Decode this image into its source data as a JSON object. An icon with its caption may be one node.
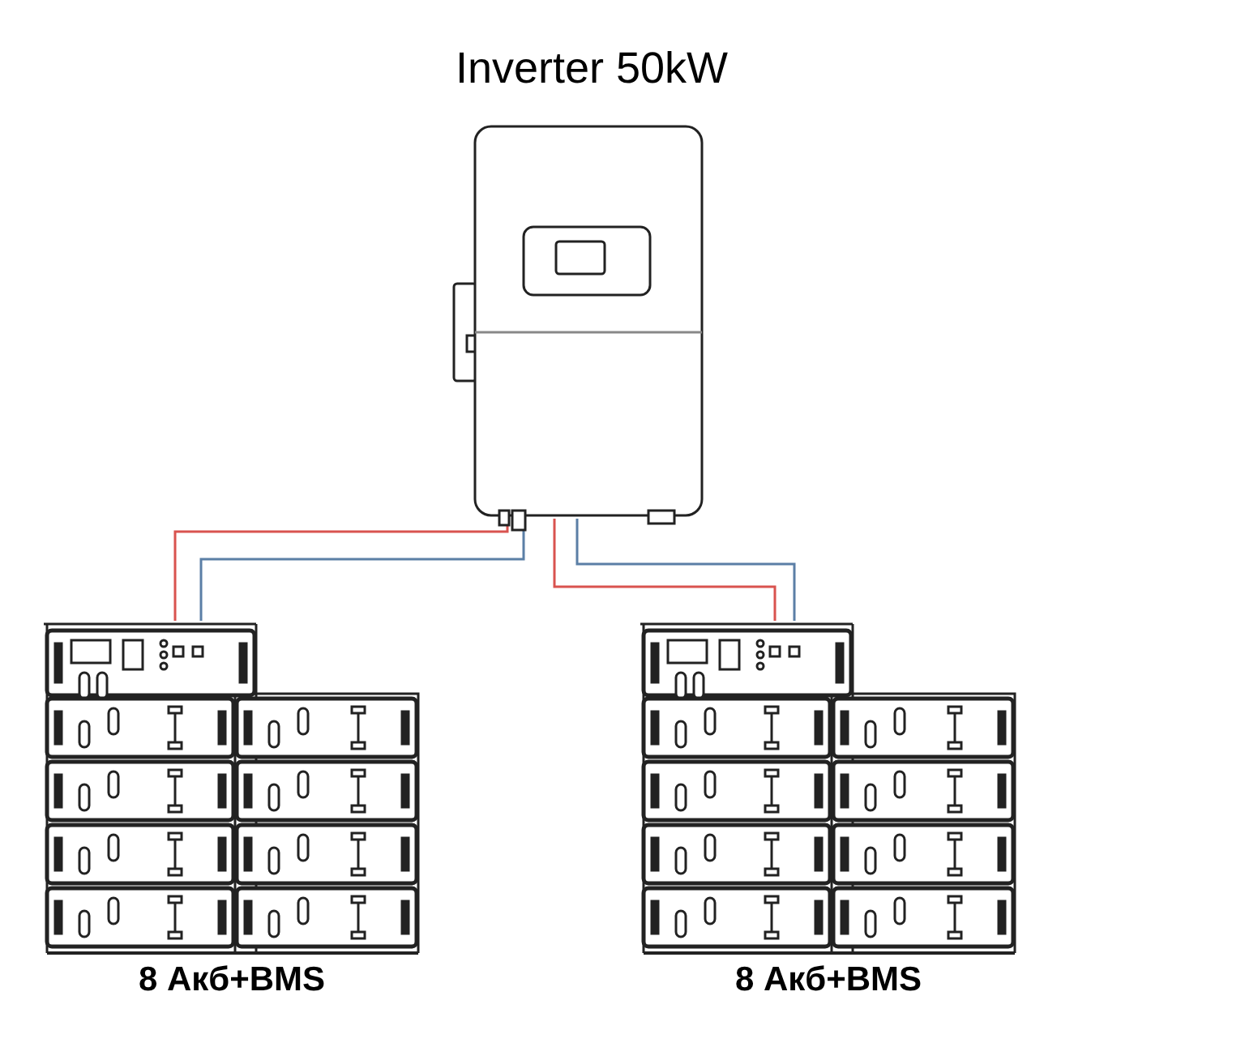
{
  "diagram": {
    "nodes": [
      {
        "text": [
          "Inverter 50kW"
        ]
      },
      {
        "text": [
          "8 Акб+BMS"
        ]
      },
      {
        "text": [
          "8 Акб+BMS"
        ]
      }
    ],
    "edges": [
      {
        "from": 0,
        "to": 1,
        "arrow": "none",
        "color": "#d9534f"
      },
      {
        "from": 0,
        "to": 1,
        "arrow": "none",
        "color": "#5b7fa6"
      },
      {
        "from": 0,
        "to": 2,
        "arrow": "none",
        "color": "#d9534f"
      },
      {
        "from": 0,
        "to": 2,
        "arrow": "none",
        "color": "#5b7fa6"
      }
    ]
  }
}
